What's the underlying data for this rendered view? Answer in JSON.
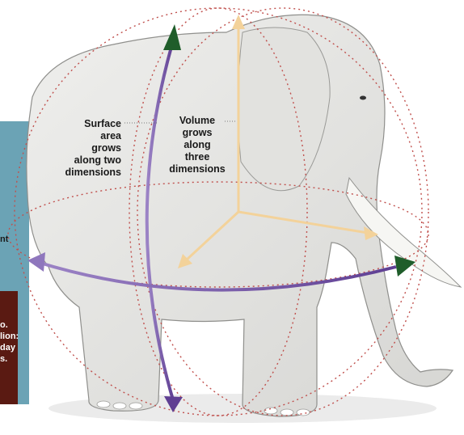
{
  "labels": {
    "surface": [
      "Surface",
      "area",
      "grows",
      "along two",
      "dimensions"
    ],
    "volume": [
      "Volume",
      "grows",
      "along",
      "three",
      "dimensions"
    ]
  },
  "edge_fragments": [
    "nt",
    "o.",
    "lion:",
    "day",
    "s."
  ],
  "colors": {
    "elephant_body": "#e6e6e4",
    "elephant_shadow": "#c9c9c6",
    "surface_arrow": "#7e5fb0",
    "surface_arrow_head": "#1f5d2a",
    "volume_arrow": "#f7d9a4",
    "dotted_sphere": "#c0504d",
    "left_panel_blue": "#6ba3b5",
    "left_panel_brown": "#5a1a12"
  }
}
